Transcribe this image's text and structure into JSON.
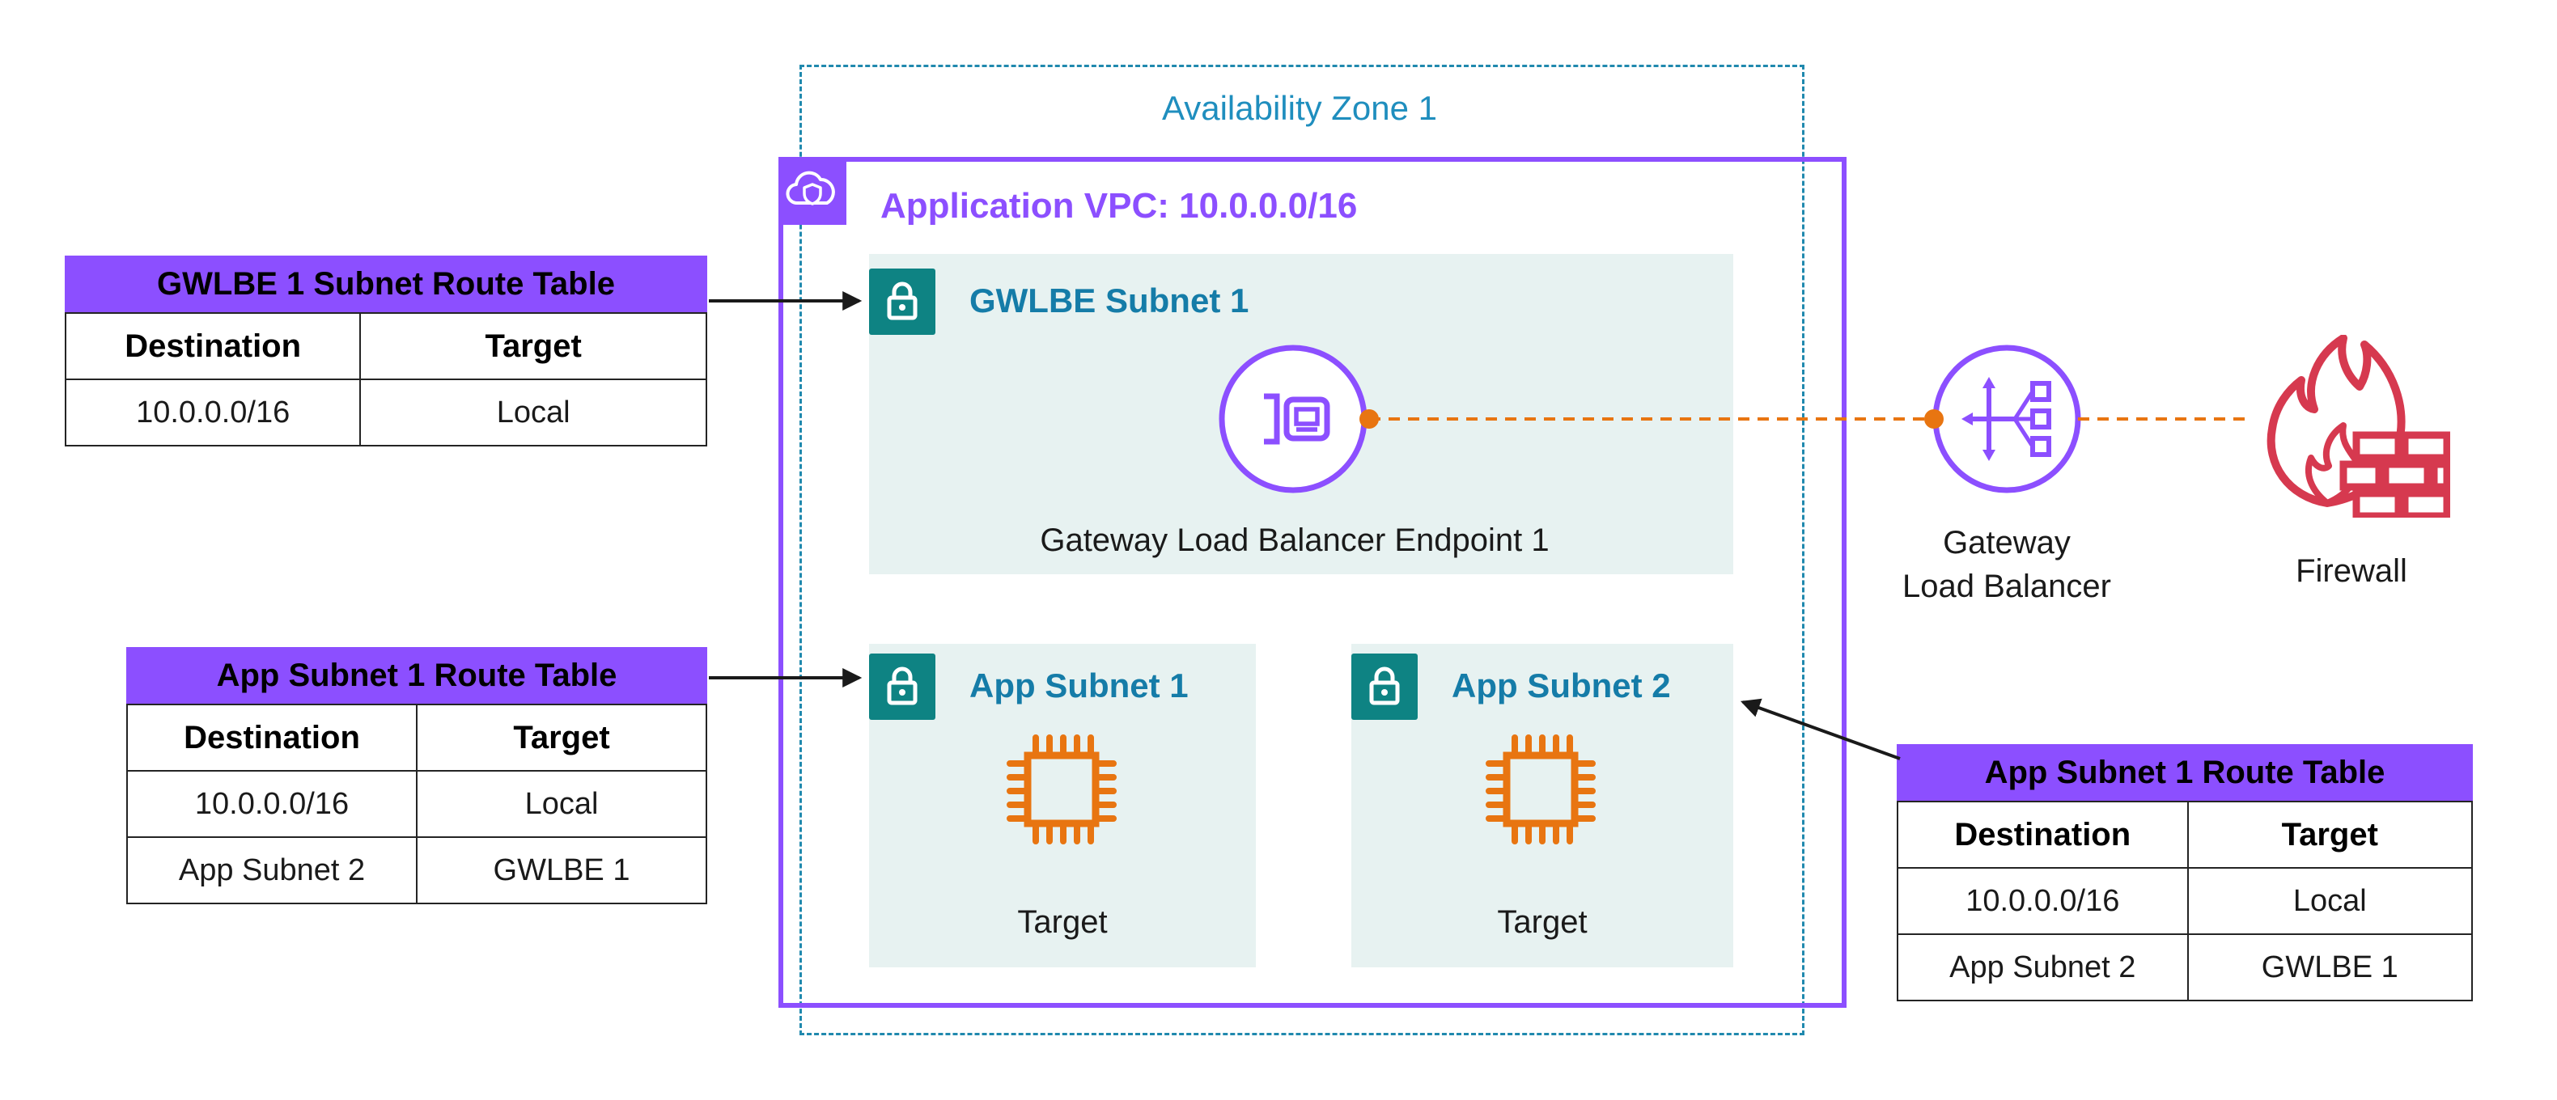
{
  "availability_zone": {
    "title": "Availability Zone 1"
  },
  "vpc": {
    "title": "Application VPC: 10.0.0.0/16"
  },
  "subnets": {
    "gwlbe1": {
      "title": "GWLBE Subnet 1",
      "node_label": "Gateway Load Balancer Endpoint 1"
    },
    "app1": {
      "title": "App Subnet 1",
      "node_label": "Target"
    },
    "app2": {
      "title": "App Subnet 2",
      "node_label": "Target"
    }
  },
  "external": {
    "gwlb": {
      "line1": "Gateway",
      "line2": "Load Balancer"
    },
    "firewall": {
      "label": "Firewall"
    }
  },
  "tables": {
    "gwlbe1": {
      "title": "GWLBE 1 Subnet Route Table",
      "headers": {
        "destination": "Destination",
        "target": "Target"
      },
      "rows": [
        {
          "destination": "10.0.0.0/16",
          "target": "Local"
        }
      ]
    },
    "app1": {
      "title": "App Subnet 1 Route Table",
      "headers": {
        "destination": "Destination",
        "target": "Target"
      },
      "rows": [
        {
          "destination": "10.0.0.0/16",
          "target": "Local"
        },
        {
          "destination": "App Subnet 2",
          "target": "GWLBE 1"
        }
      ]
    },
    "app2": {
      "title": "App Subnet 1 Route Table",
      "headers": {
        "destination": "Destination",
        "target": "Target"
      },
      "rows": [
        {
          "destination": "10.0.0.0/16",
          "target": "Local"
        },
        {
          "destination": "App Subnet 2",
          "target": "GWLBE 1"
        }
      ]
    }
  },
  "colors": {
    "aws_purple": "#8C4FFF",
    "az_blue": "#1F8EBE",
    "subnet_title_blue": "#157CA8",
    "subnet_fill": "#E7F2F1",
    "lock_teal": "#0E8383",
    "flow_orange": "#E87511",
    "firewall_red": "#D6394F"
  }
}
